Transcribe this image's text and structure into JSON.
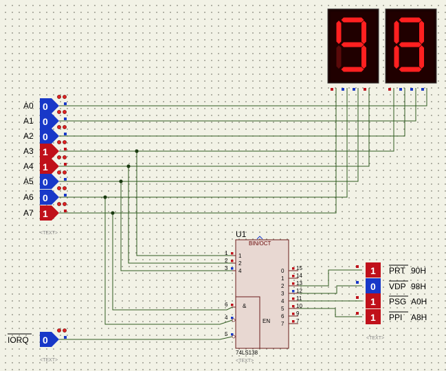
{
  "inputs": [
    {
      "label": "A0",
      "value": "0",
      "state": "low"
    },
    {
      "label": "A1",
      "value": "0",
      "state": "low"
    },
    {
      "label": "A2",
      "value": "0",
      "state": "low"
    },
    {
      "label": "A3",
      "value": "1",
      "state": "high"
    },
    {
      "label": "A4",
      "value": "1",
      "state": "high"
    },
    {
      "label": "A5",
      "value": "0",
      "state": "low"
    },
    {
      "label": "A6",
      "value": "0",
      "state": "low"
    },
    {
      "label": "A7",
      "value": "1",
      "state": "high"
    }
  ],
  "inputs_text_tag": "<TEXT>",
  "iorq": {
    "label": "IORQ",
    "value": "0",
    "state": "low",
    "text_tag": "<TEXT>"
  },
  "decoder": {
    "ref": "U1",
    "part": "74LS138",
    "function": "BIN/OCT",
    "and_symbol": "&",
    "enable": "EN",
    "text_tag": "<TEXT>",
    "sel_pins": [
      {
        "num": "1",
        "w": "1"
      },
      {
        "num": "2",
        "w": "2"
      },
      {
        "num": "3",
        "w": "4"
      }
    ],
    "en_pins": [
      "6",
      "4",
      "5"
    ],
    "outputs": [
      {
        "idx": "0",
        "pin": "15"
      },
      {
        "idx": "1",
        "pin": "14"
      },
      {
        "idx": "2",
        "pin": "13"
      },
      {
        "idx": "3",
        "pin": "12"
      },
      {
        "idx": "4",
        "pin": "11"
      },
      {
        "idx": "5",
        "pin": "10"
      },
      {
        "idx": "6",
        "pin": "9"
      },
      {
        "idx": "7",
        "pin": "7"
      }
    ]
  },
  "probes": [
    {
      "value": "1",
      "state": "high",
      "name": "PRT",
      "addr": "90H"
    },
    {
      "value": "0",
      "state": "low",
      "name": "VDP",
      "addr": "98H"
    },
    {
      "value": "1",
      "state": "high",
      "name": "PSG",
      "addr": "A0H"
    },
    {
      "value": "1",
      "state": "high",
      "name": "PPI",
      "addr": "A8H"
    }
  ],
  "probes_text_tag": "<TEXT>",
  "displays": [
    {
      "digit": "9",
      "pin_states": [
        "high",
        "low",
        "low",
        "high"
      ]
    },
    {
      "digit": "8",
      "pin_states": [
        "high",
        "low",
        "low",
        "low"
      ]
    }
  ],
  "colors": {
    "wire": "#2d5a1e",
    "high": "#c0101a",
    "low": "#1838c8",
    "seg_on": "#ff2020",
    "seg_off": "#5a0a0a",
    "display_bg": "#1a0000",
    "chip_fill": "#e8d8d2",
    "chip_stroke": "#6a1a1a"
  }
}
